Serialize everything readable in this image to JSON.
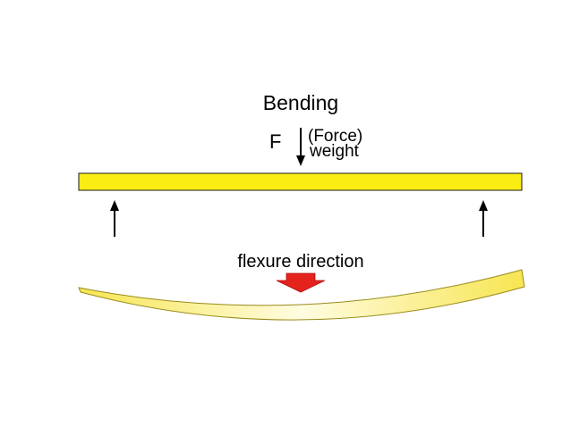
{
  "diagram": {
    "title": "Bending",
    "force_symbol": "F",
    "force_label": "(Force)",
    "weight_label": "weight",
    "flexure_label": "flexure direction"
  },
  "colors": {
    "beam_fill": "#f9ed14",
    "beam_stroke": "#1a1a1a",
    "bent_beam_edge": "#f7e552",
    "bent_beam_center": "#fffce0",
    "flexure_arrow": "#e3231c",
    "arrow": "#000000"
  }
}
